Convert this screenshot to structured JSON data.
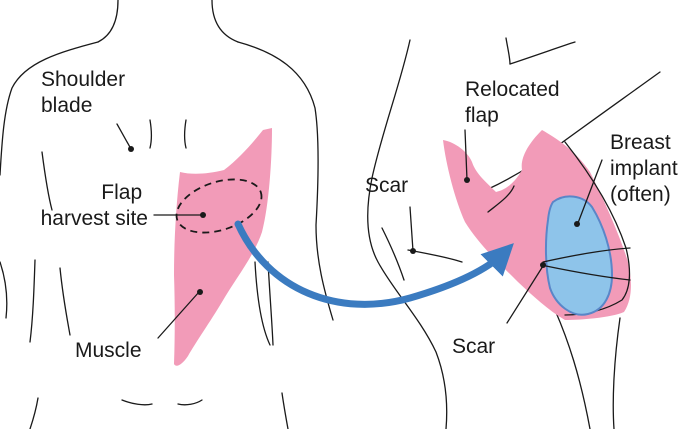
{
  "labels": {
    "shoulder_blade": [
      "Shoulder",
      "blade"
    ],
    "flap_harvest_site": [
      "Flap",
      "harvest site"
    ],
    "muscle": "Muscle",
    "scar_side": "Scar",
    "relocated_flap": [
      "Relocated",
      "flap"
    ],
    "breast_implant": [
      "Breast",
      "implant",
      "(often)"
    ],
    "scar_front": "Scar"
  },
  "colors": {
    "muscle_pink": "#f29bb8",
    "implant_blue": "#8ec4ea",
    "implant_outline": "#5a86c8",
    "arrow_blue": "#3b7bc0",
    "line": "#1a1a1a"
  }
}
